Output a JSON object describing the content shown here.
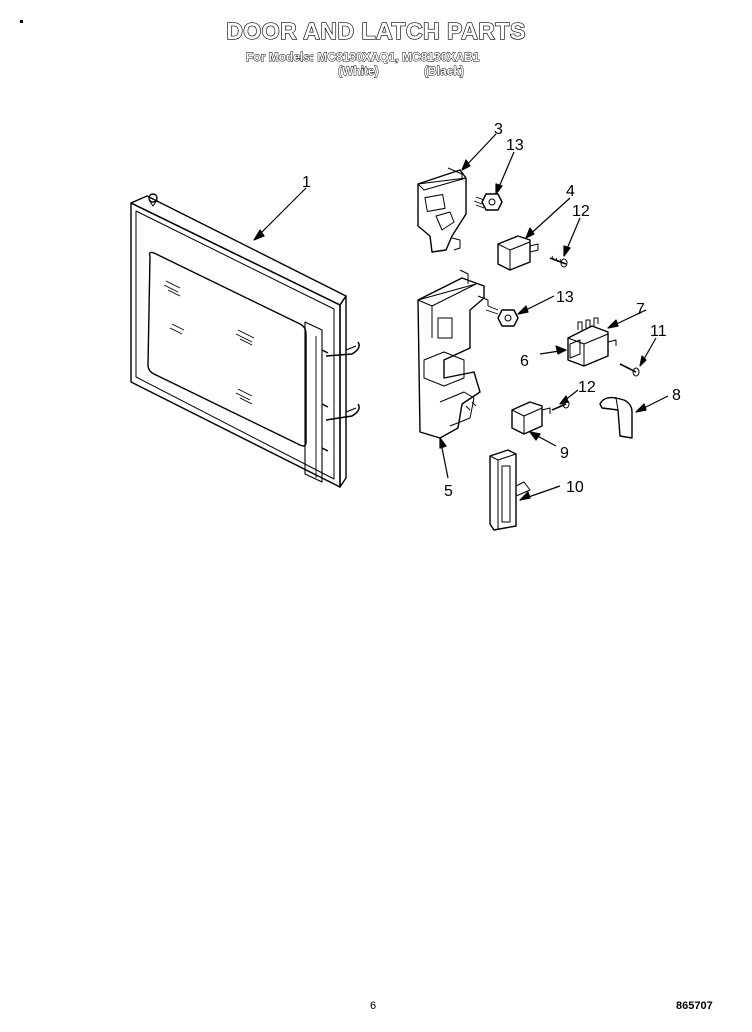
{
  "header": {
    "title": "DOOR AND LATCH PARTS",
    "models_line": "For Models: MC8130XAQ1, MC8130XAB1",
    "color_white": "(White)",
    "color_black": "(Black)"
  },
  "callouts": [
    "1",
    "3",
    "13",
    "4",
    "12",
    "13",
    "7",
    "11",
    "6",
    "5",
    "12",
    "8",
    "9",
    "10"
  ],
  "footer": {
    "page_number": "6",
    "document_number": "865707"
  }
}
